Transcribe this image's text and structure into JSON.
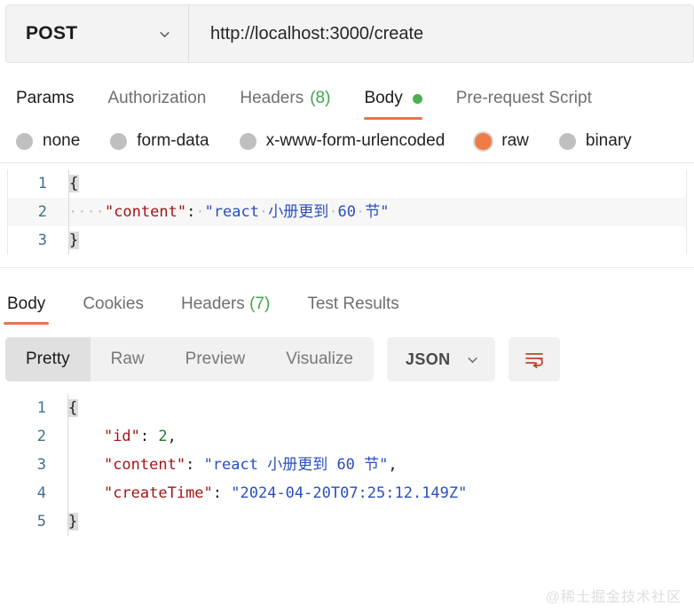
{
  "request_bar": {
    "method": "POST",
    "method_caret_icon": "chevron-down-icon",
    "url": "http://localhost:3000/create"
  },
  "request_tabs": [
    {
      "label": "Params",
      "count": null,
      "active": false,
      "dot": false
    },
    {
      "label": "Authorization",
      "count": null,
      "active": false,
      "dot": false
    },
    {
      "label": "Headers",
      "count": "(8)",
      "active": false,
      "dot": false
    },
    {
      "label": "Body",
      "count": null,
      "active": true,
      "dot": true
    },
    {
      "label": "Pre-request Script",
      "count": null,
      "active": false,
      "dot": false
    }
  ],
  "body_types": [
    {
      "label": "none",
      "selected": false
    },
    {
      "label": "form-data",
      "selected": false
    },
    {
      "label": "x-www-form-urlencoded",
      "selected": false
    },
    {
      "label": "raw",
      "selected": true
    },
    {
      "label": "binary",
      "selected": false
    }
  ],
  "request_body": {
    "lines": [
      {
        "num": "1",
        "highlight": false,
        "tokens": [
          {
            "t": "{",
            "c": "brace"
          }
        ]
      },
      {
        "num": "2",
        "highlight": true,
        "tokens": [
          {
            "t": "····",
            "c": "ws"
          },
          {
            "t": "\"content\"",
            "c": "k"
          },
          {
            "t": ":",
            "c": "p"
          },
          {
            "t": "·",
            "c": "ws"
          },
          {
            "t": "\"react",
            "c": "s"
          },
          {
            "t": "·",
            "c": "ws"
          },
          {
            "t": "小册更到",
            "c": "s"
          },
          {
            "t": "·",
            "c": "ws"
          },
          {
            "t": "60",
            "c": "s"
          },
          {
            "t": "·",
            "c": "ws"
          },
          {
            "t": "节\"",
            "c": "s"
          }
        ]
      },
      {
        "num": "3",
        "highlight": false,
        "tokens": [
          {
            "t": "}",
            "c": "brace"
          }
        ]
      }
    ]
  },
  "response_tabs": [
    {
      "label": "Body",
      "count": null,
      "active": true
    },
    {
      "label": "Cookies",
      "count": null,
      "active": false
    },
    {
      "label": "Headers",
      "count": "(7)",
      "active": false
    },
    {
      "label": "Test Results",
      "count": null,
      "active": false
    }
  ],
  "view_toolbar": {
    "views": [
      {
        "label": "Pretty",
        "active": true
      },
      {
        "label": "Raw",
        "active": false
      },
      {
        "label": "Preview",
        "active": false
      },
      {
        "label": "Visualize",
        "active": false
      }
    ],
    "format": "JSON",
    "format_caret_icon": "chevron-down-icon",
    "wrap_icon": "word-wrap-icon",
    "wrap_icon_color": "#c0452a"
  },
  "response_body": {
    "lines": [
      {
        "num": "1",
        "tokens": [
          {
            "t": "{",
            "c": "brace"
          }
        ]
      },
      {
        "num": "2",
        "tokens": [
          {
            "t": "    ",
            "c": "p"
          },
          {
            "t": "\"id\"",
            "c": "k"
          },
          {
            "t": ": ",
            "c": "p"
          },
          {
            "t": "2",
            "c": "n"
          },
          {
            "t": ",",
            "c": "p"
          }
        ]
      },
      {
        "num": "3",
        "tokens": [
          {
            "t": "    ",
            "c": "p"
          },
          {
            "t": "\"content\"",
            "c": "k"
          },
          {
            "t": ": ",
            "c": "p"
          },
          {
            "t": "\"react 小册更到 60 节\"",
            "c": "s"
          },
          {
            "t": ",",
            "c": "p"
          }
        ]
      },
      {
        "num": "4",
        "tokens": [
          {
            "t": "    ",
            "c": "p"
          },
          {
            "t": "\"createTime\"",
            "c": "k"
          },
          {
            "t": ": ",
            "c": "p"
          },
          {
            "t": "\"2024-04-20T07:25:12.149Z\"",
            "c": "s"
          }
        ]
      },
      {
        "num": "5",
        "tokens": [
          {
            "t": "}",
            "c": "brace"
          }
        ]
      }
    ]
  },
  "watermark": "@稀土掘金技术社区",
  "colors": {
    "accent_orange": "#e8734a",
    "status_green": "#4caf50",
    "radio_selected": "#ef7b47",
    "json_key": "#a31515",
    "json_string": "#2a4fbf",
    "json_number": "#1a7f37",
    "gutter_number": "#3f6e8c"
  }
}
